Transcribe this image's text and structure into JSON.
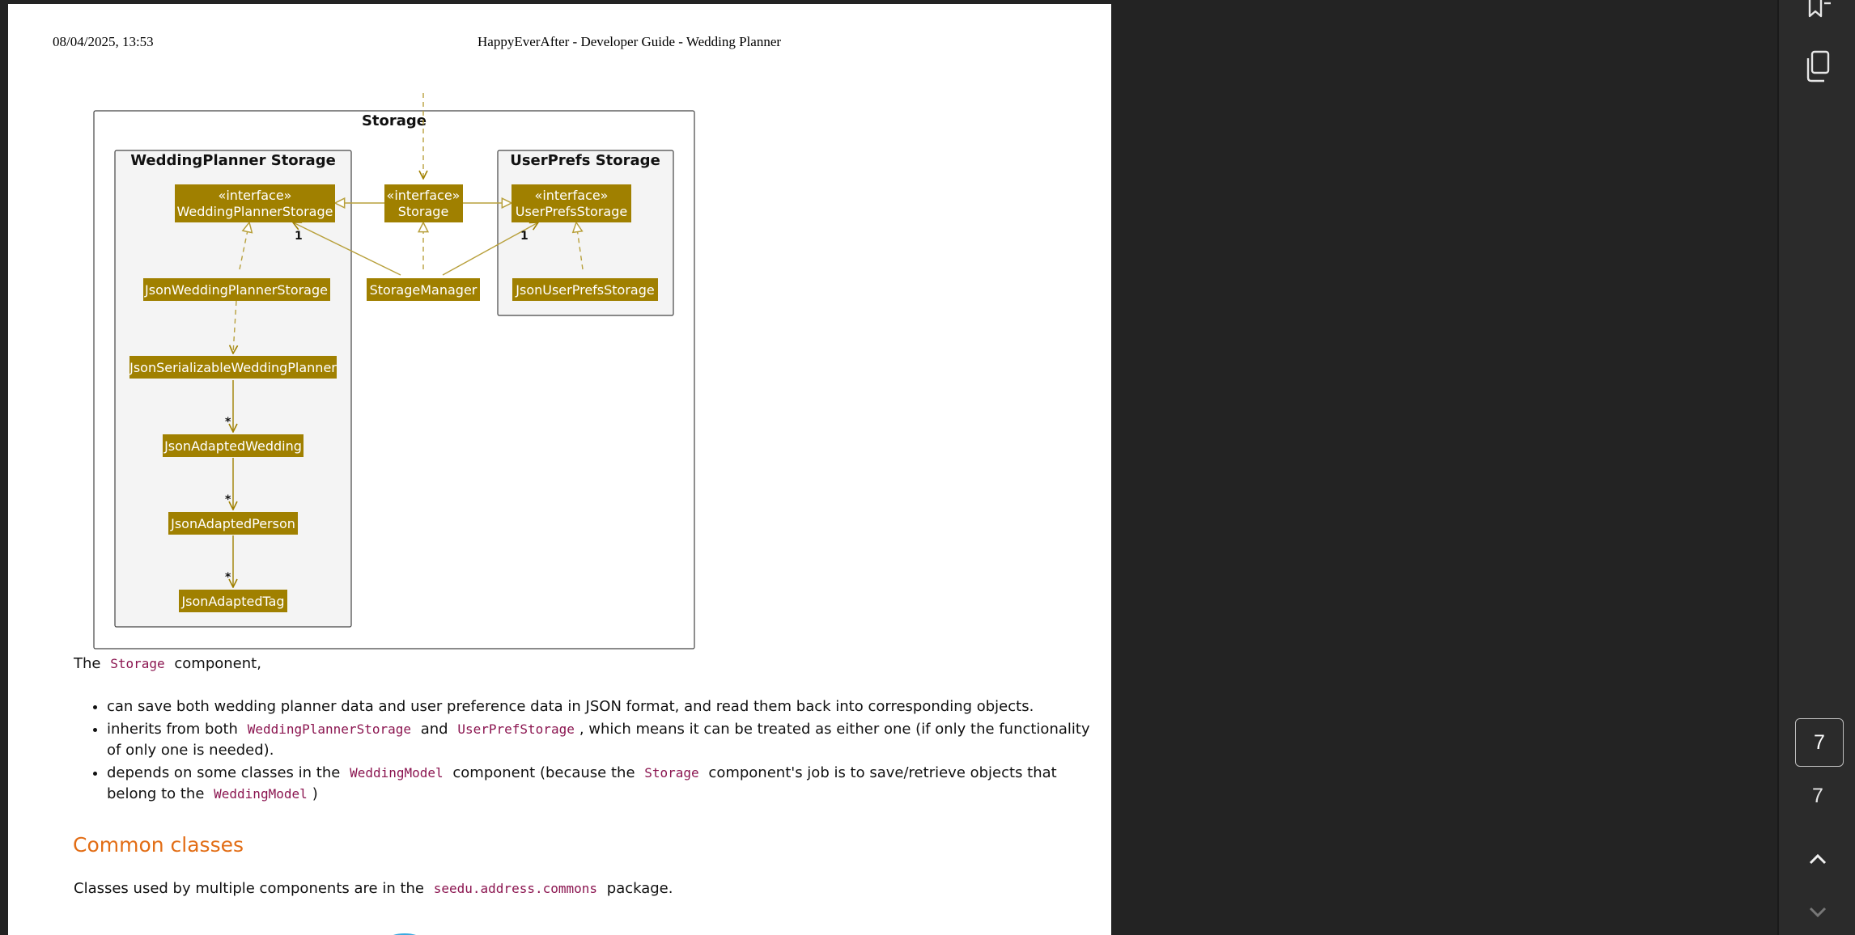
{
  "header": {
    "datetime": "08/04/2025, 13:53",
    "title": "HappyEverAfter - Developer Guide - Wedding Planner"
  },
  "diagram": {
    "outer_title": "Storage",
    "wp_package": "WeddingPlanner Storage",
    "up_package": "UserPrefs Storage",
    "stereotype": "«interface»",
    "if_wedding": "WeddingPlannerStorage",
    "if_storage": "Storage",
    "if_userprefs": "UserPrefsStorage",
    "json_wedding_storage": "JsonWeddingPlannerStorage",
    "storage_manager": "StorageManager",
    "json_userprefs_storage": "JsonUserPrefsStorage",
    "json_serializable": "JsonSerializableWeddingPlanner",
    "json_adapted_wedding": "JsonAdaptedWedding",
    "json_adapted_person": "JsonAdaptedPerson",
    "json_adapted_tag": "JsonAdaptedTag",
    "mult_one": "1",
    "mult_many": "*"
  },
  "content": {
    "intro_pre": "The",
    "intro_code": "Storage",
    "intro_post": "component,",
    "b1": "can save both wedding planner data and user preference data in JSON format, and read them back into corresponding objects.",
    "b2_pre": "inherits from both",
    "b2_code1": "WeddingPlannerStorage",
    "b2_mid": "and",
    "b2_code2": "UserPrefStorage",
    "b2_post": ", which means it can be treated as either one (if only the functionality of only one is needed).",
    "b3_pre": "depends on some classes in the",
    "b3_code1": "WeddingModel",
    "b3_mid": "component (because the",
    "b3_code2": "Storage",
    "b3_mid2": "component's job is to save/retrieve objects that belong to the",
    "b3_code3": "WeddingModel",
    "b3_post": ")",
    "heading": "Common classes",
    "p2_pre": "Classes used by multiple components are in the",
    "p2_code": "seedu.address.commons",
    "p2_post": "package."
  },
  "rail": {
    "bookmark_icon": "bookmark-list-icon",
    "copy_icon": "copy-icon",
    "current_page": "7",
    "total_pages": "7"
  },
  "colors": {
    "class_fill": "#a08000",
    "arrow": "#b8a03c",
    "heading": "#e26d15",
    "code": "#8b1550"
  }
}
